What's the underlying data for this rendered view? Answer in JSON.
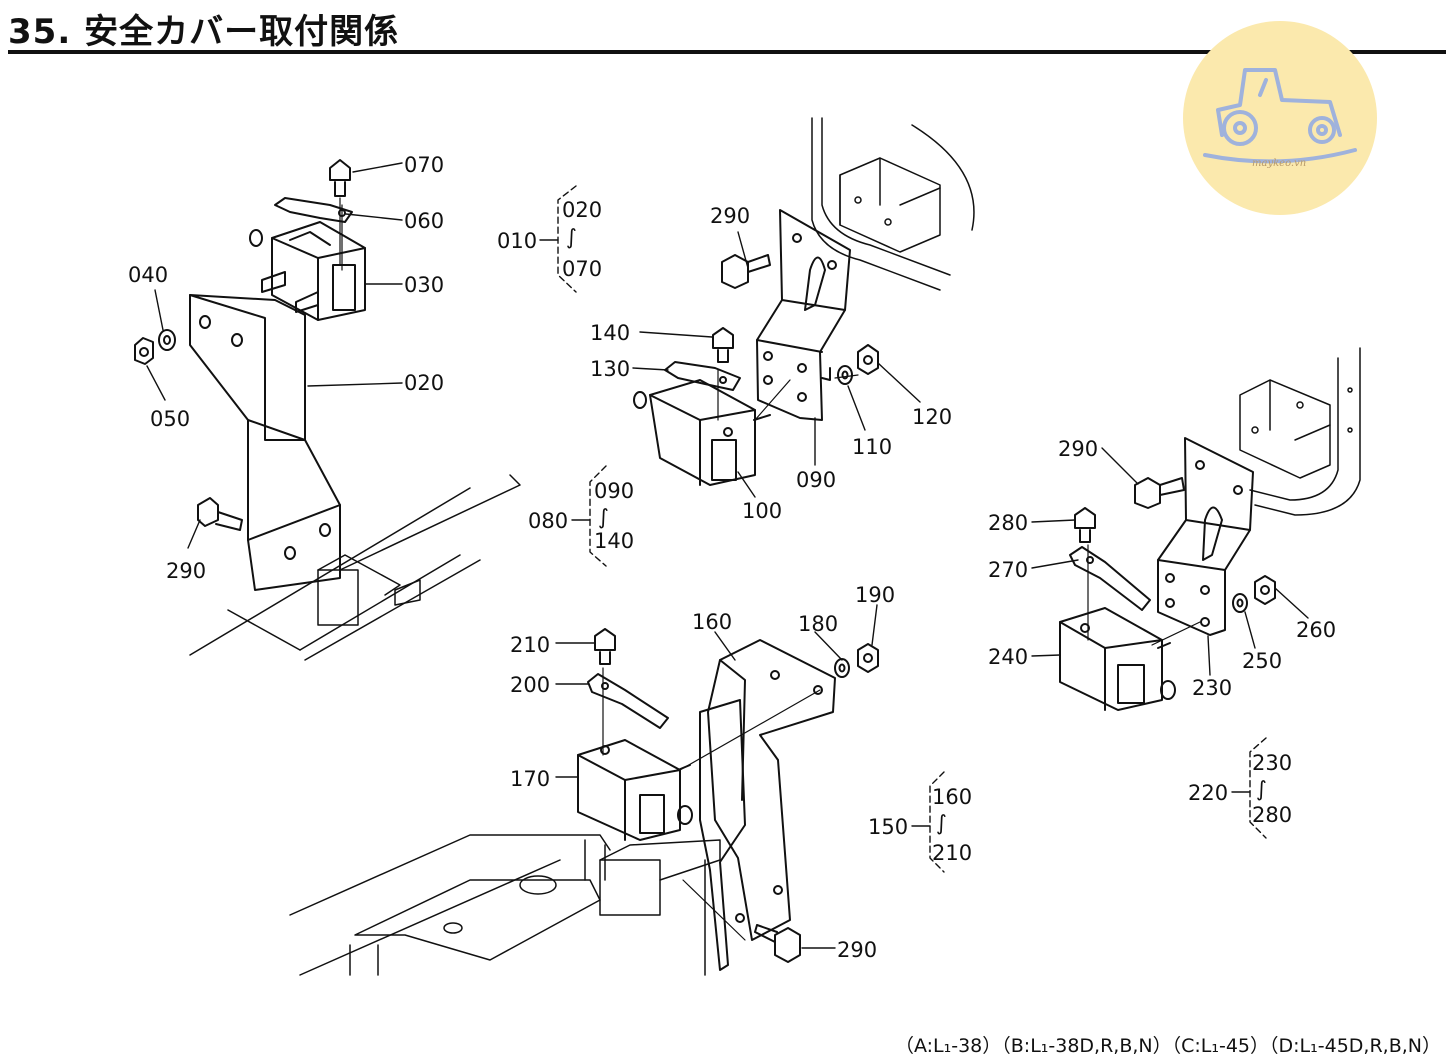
{
  "title": "35. 安全カバー取付関係",
  "watermark": {
    "text": "maykeo.vn",
    "bg_color": "#fbe9ad",
    "ink_color": "#9fb2dc"
  },
  "callouts": {
    "c070a": "070",
    "c060": "060",
    "c030": "030",
    "c040": "040",
    "c050": "050",
    "c020a": "020",
    "c290a": "290",
    "c290b": "290",
    "c140": "140",
    "c130": "130",
    "c100": "100",
    "c090": "090",
    "c110": "110",
    "c120": "120",
    "c290c": "290",
    "c280": "280",
    "c270": "270",
    "c240": "240",
    "c230": "230",
    "c250": "250",
    "c260": "260",
    "c210": "210",
    "c200": "200",
    "c170": "170",
    "c160": "160",
    "c180": "180",
    "c190": "190",
    "c290d": "290"
  },
  "groups": {
    "g010": {
      "parent": "010",
      "from": "020",
      "to": "070"
    },
    "g080": {
      "parent": "080",
      "from": "090",
      "to": "140"
    },
    "g150": {
      "parent": "150",
      "from": "160",
      "to": "210"
    },
    "g220": {
      "parent": "220",
      "from": "230",
      "to": "280"
    }
  },
  "footnote": "（A:L₁-38）（B:L₁-38D,R,B,N）（C:L₁-45）（D:L₁-45D,R,B,N）"
}
